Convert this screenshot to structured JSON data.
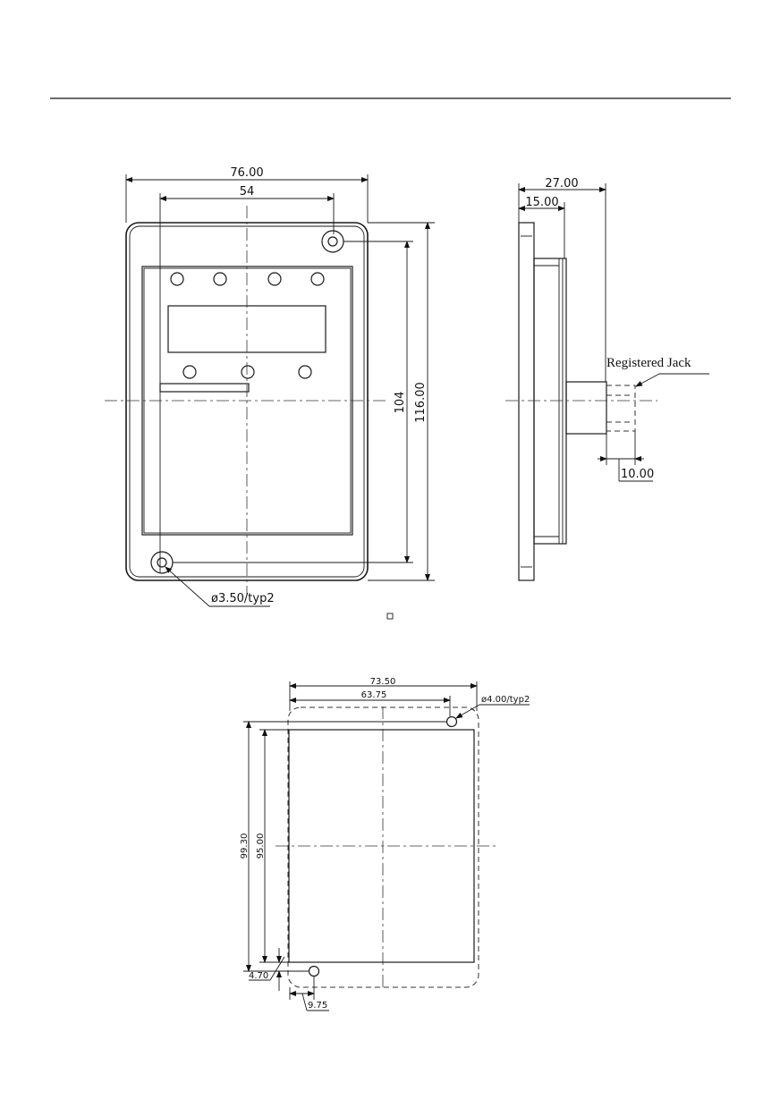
{
  "front_view": {
    "width_overall": "76.00",
    "hole_spacing_h": "54",
    "hole_spacing_v": "104",
    "height_overall": "116.00",
    "hole_callout": "ø3.50/typ2"
  },
  "side_view": {
    "depth_overall": "27.00",
    "flange_depth": "15.00",
    "jack_label": "Registered Jack",
    "jack_length": "10.00"
  },
  "cutout": {
    "width_overall": "73.50",
    "hole_spacing_h": "63.75",
    "hole_callout": "ø4.00/typ2",
    "height_overall": "99.30",
    "window_height": "95.00",
    "hole_offset_v": "4.70",
    "hole_offset_h": "9.75"
  }
}
